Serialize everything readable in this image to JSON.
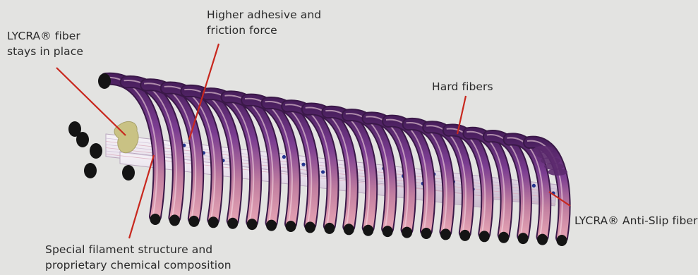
{
  "labels": {
    "lycra_stays": {
      "line1": "LYCRA® fiber",
      "line2": "stays in place"
    },
    "adhesive": {
      "line1": "Higher adhesive and",
      "line2": "friction force"
    },
    "hard_fibers": {
      "line1": "Hard fibers"
    },
    "anti_slip": {
      "line1": "LYCRA® Anti-Slip fiber"
    },
    "special": {
      "line1": "Special filament structure and",
      "line2": "proprietary chemical composition"
    }
  },
  "colors": {
    "background": "#e3e3e1",
    "leader_line": "#c8281e",
    "coil_purple": "#6a2f7d",
    "coil_pink": "#d48aa0",
    "core_white": "#f1eef2",
    "core_dots": "#23358f",
    "fiber_end": "#141414",
    "glue_yellow": "#c9c284",
    "label_text": "#2a2a2a"
  }
}
